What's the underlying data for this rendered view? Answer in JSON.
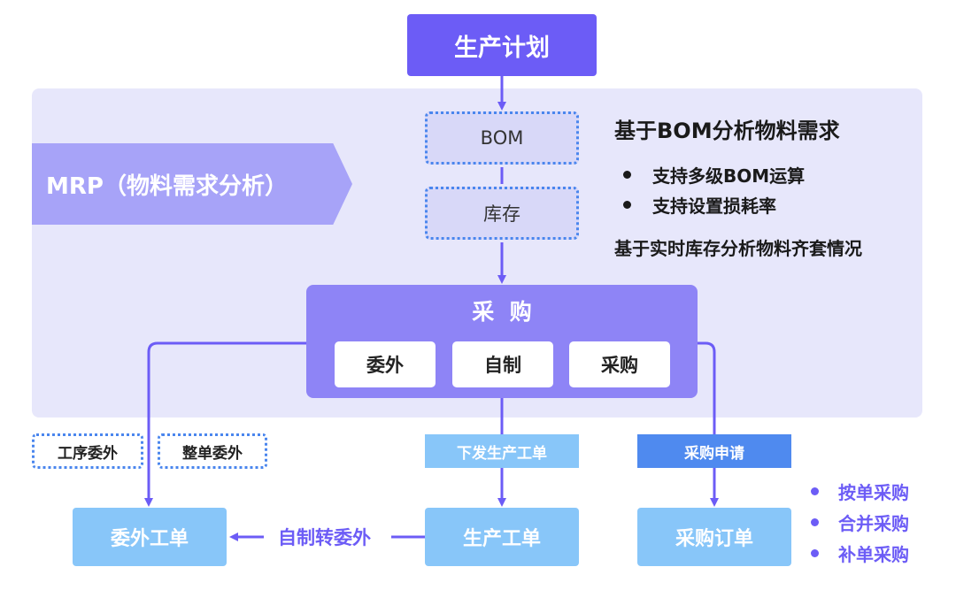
{
  "top": {
    "plan_label": "生产计划"
  },
  "mrp": {
    "label": "MRP（物料需求分析）"
  },
  "center": {
    "bom_label": "BOM",
    "stock_label": "库存"
  },
  "info": {
    "title": "基于BOM分析物料需求",
    "bullets": [
      "支持多级BOM运算",
      "支持设置损耗率"
    ],
    "note": "基于实时库存分析物料齐套情况"
  },
  "purchase": {
    "title": "采  购",
    "options": [
      "委外",
      "自制",
      "采购"
    ]
  },
  "tags": {
    "step_outsource": "工序委外",
    "whole_outsource": "整单委外",
    "issue_order": "下发生产工单",
    "purchase_request": "采购申请"
  },
  "orders": {
    "outsource": "委外工单",
    "production": "生产工单",
    "purchase": "采购订单",
    "convert_label": "自制转委外"
  },
  "purchase_modes": [
    "按单采购",
    "合并采购",
    "补单采购"
  ],
  "colors": {
    "primary": "#6c5cf6",
    "panel_bg": "#e7e7fb",
    "light_blue": "#88c6f9",
    "blue": "#4f8aef",
    "dotted_border": "#4a86ee"
  }
}
